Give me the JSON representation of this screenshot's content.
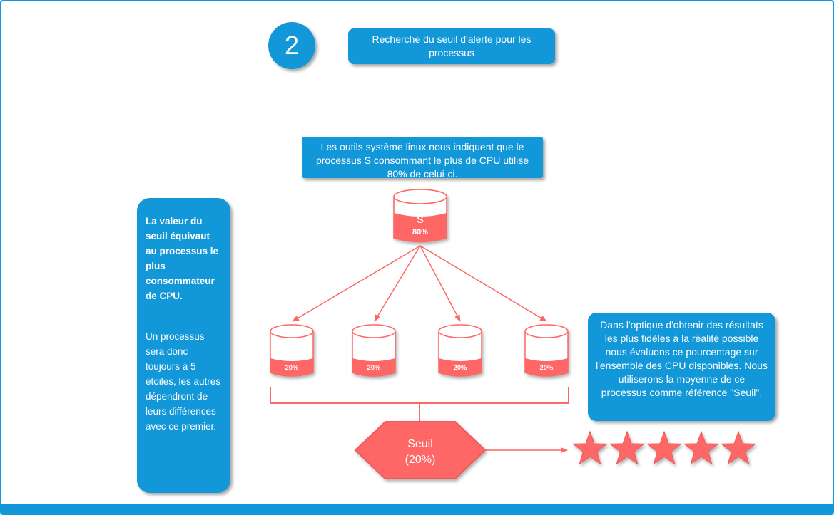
{
  "colors": {
    "blue": "#1297D9",
    "salmon": "#FF6666",
    "salmon_stroke": "#F05A5A",
    "white": "#ffffff"
  },
  "step_badge": {
    "number": "2"
  },
  "title_box": {
    "text": "Recherche du seuil d'alerte pour les processus"
  },
  "top_note": {
    "text": "Les outils système linux nous indiquent que le processus S consommant le plus de CPU utilise 80% de celui-ci."
  },
  "left_note": {
    "heading": "La valeur du seuil équivaut au processus le plus consommateur de CPU.",
    "body": "Un processus sera donc toujours à 5 étoiles, les autres dépendront de leurs différences avec ce premier."
  },
  "right_note": {
    "text": "Dans l'optique d'obtenir des résultats les plus fidèles à la réalité possible nous évaluons ce pourcentage sur l'ensemble des CPU disponibles. Nous utiliserons la moyenne de ce processus comme référence \"Seuil\"."
  },
  "process_cylinder": {
    "label": "S",
    "usage": "80%"
  },
  "cpu_cylinders": [
    {
      "usage": "20%"
    },
    {
      "usage": "20%"
    },
    {
      "usage": "20%"
    },
    {
      "usage": "20%"
    }
  ],
  "threshold_hexagon": {
    "label": "Seuil",
    "value": "(20%)"
  },
  "rating": {
    "stars": 5
  }
}
